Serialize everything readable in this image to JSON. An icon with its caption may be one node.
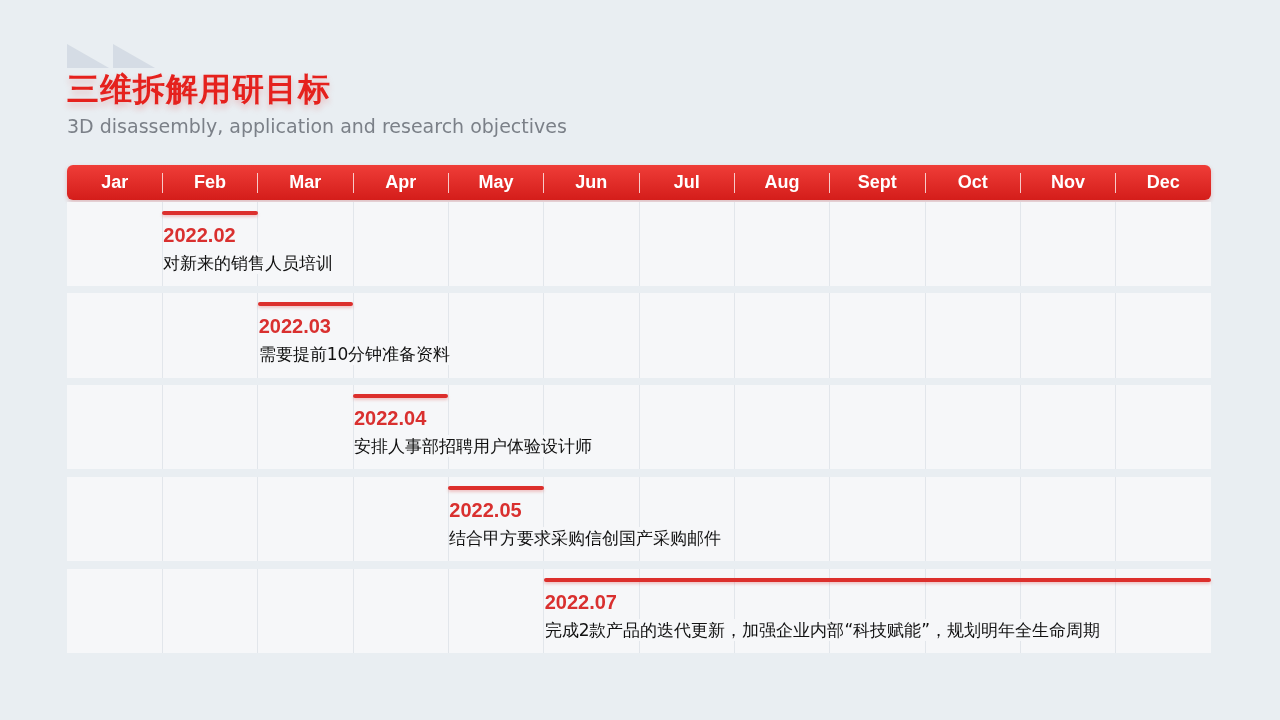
{
  "diagram": {
    "title": "三维拆解用研目标",
    "nodes": [
      {
        "text": [
          "Jar",
          "Feb",
          "Mar",
          "Apr",
          "May",
          "Jun",
          "Jul",
          "Aug",
          "Sept",
          "Oct",
          "Nov",
          "Dec"
        ]
      },
      {
        "text": [
          "2022.02",
          "对新来的销售人员培训"
        ]
      },
      {
        "text": [
          "2022.03",
          "需要提前10分钟准备资料"
        ]
      },
      {
        "text": [
          "2022.04",
          "安排人事部招聘用户体验设计师"
        ]
      },
      {
        "text": [
          "2022.05",
          "结合甲方要求采购信创国产采购邮件"
        ]
      },
      {
        "text": [
          "2022.07",
          "完成2款产品的迭代更新，加强企业内部“科技赋能”，规划明年全生命周期"
        ]
      }
    ],
    "labels": [
      "3D disassembly, application and research objectives"
    ]
  }
}
